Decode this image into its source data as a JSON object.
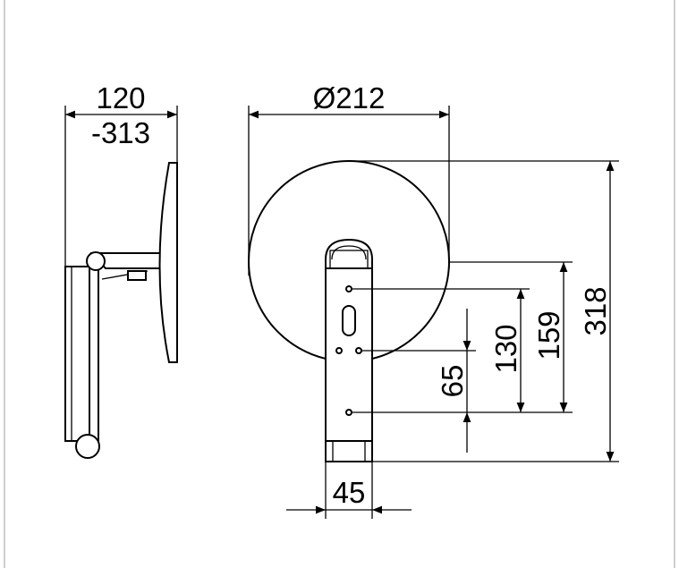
{
  "drawing": {
    "side_view": {
      "depth_min": "120",
      "depth_max": "-313"
    },
    "front_view": {
      "diameter": "Ø212",
      "height_total": "318",
      "height_159": "159",
      "height_130": "130",
      "height_65": "65",
      "width_plate": "45"
    }
  }
}
